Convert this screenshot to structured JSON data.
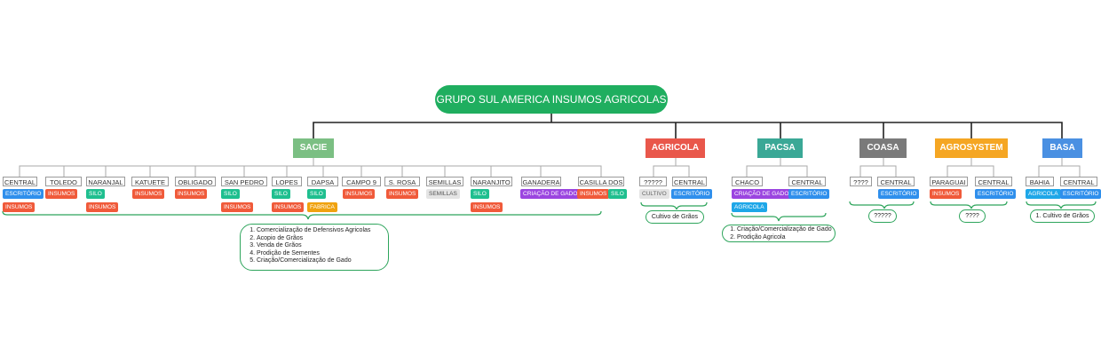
{
  "root": {
    "title": "GRUPO SUL AMERICA INSUMOS AGRICOLAS"
  },
  "colors": {
    "root": "#1fae5f",
    "sacie": "#7bbf83",
    "agricola": "#e9574b",
    "pacsa": "#3aa896",
    "coasa": "#7a7a7a",
    "agrosystem": "#f5a623",
    "basa": "#4a90e2",
    "tag_escritorio": "#2f8fec",
    "tag_insumos": "#f05a3a",
    "tag_silo": "#1fbf8f",
    "tag_fabrica": "#f0a20f",
    "tag_criacao": "#9b45e0",
    "tag_agricola": "#1ea7e8",
    "tag_neutral": "#e4e4e4"
  },
  "branches": {
    "sacie": {
      "title": "SACIE",
      "leaves": [
        "CENTRAL",
        "TOLEDO",
        "NARANJAL",
        "KATUETE",
        "OBLIGADO",
        "SAN PEDRO",
        "LOPES",
        "DAPSA",
        "CAMPO 9",
        "S. ROSA",
        "SEMILLAS",
        "NARANJITO",
        "GANADERA",
        "CASILLA DOS"
      ],
      "summary": [
        "Comercialização de Defensivos Agricolas",
        "Acopio de Grãos",
        "Venda de Grãos",
        "Prodição de Sementes",
        "Criação/Comercialização de Gado"
      ]
    },
    "agricola": {
      "title": "AGRICOLA",
      "leaves": [
        "?????",
        "CENTRAL"
      ],
      "summary": "Cultivo de Grãos"
    },
    "pacsa": {
      "title": "PACSA",
      "leaves": [
        "CHACO",
        "CENTRAL"
      ],
      "summary": [
        "Criação/Comercialização de Gado",
        "Prodição Agricola"
      ]
    },
    "coasa": {
      "title": "COASA",
      "leaves": [
        "????",
        "CENTRAL"
      ],
      "summary": "?????"
    },
    "agrosystem": {
      "title": "AGROSYSTEM",
      "leaves": [
        "PARAGUAI",
        "CENTRAL"
      ],
      "summary": "????"
    },
    "basa": {
      "title": "BASA",
      "leaves": [
        "BAHIA",
        "CENTRAL"
      ],
      "summary": "1. Cultivo de Grãos"
    }
  },
  "tags": {
    "escritorio": "ESCRITÓRIO",
    "insumos": "INSUMOS",
    "silo": "SILO",
    "fabrica": "FABRICA",
    "semillas": "SEMILLAS",
    "criacao": "CRIAÇÃO DE GADO",
    "cultivo": "CULTIVO",
    "agricola": "AGRICOLA"
  }
}
